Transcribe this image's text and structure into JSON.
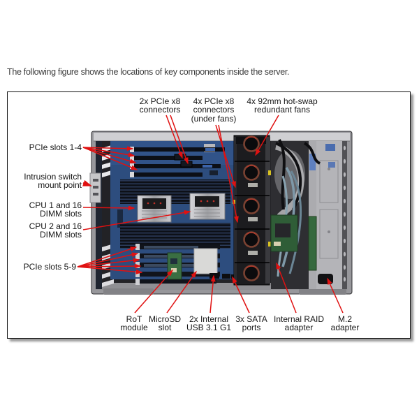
{
  "page": {
    "intro_text": "The following figure shows the locations of key components inside the server."
  },
  "figure": {
    "description": "Top view photograph of server internals with red callout lines",
    "callouts": {
      "top": [
        {
          "id": "pcie-x8-2x-connectors",
          "text": "2x PCIe x8\nconnectors"
        },
        {
          "id": "pcie-x8-4x-connectors",
          "text": "4x PCIe x8\nconnectors\n(under fans)"
        },
        {
          "id": "hot-swap-fans",
          "text": "4x 92mm hot-swap\nredundant fans"
        }
      ],
      "left": [
        {
          "id": "pcie-slots-1-4",
          "text": "PCIe slots 1-4"
        },
        {
          "id": "intrusion-switch-mount-point",
          "text": "Intrusion switch\nmount point"
        },
        {
          "id": "cpu1-dimm-slots",
          "text": "CPU 1 and 16\nDIMM slots"
        },
        {
          "id": "cpu2-dimm-slots",
          "text": "CPU 2 and 16\nDIMM slots"
        },
        {
          "id": "pcie-slots-5-9",
          "text": "PCIe slots 5-9"
        }
      ],
      "bottom": [
        {
          "id": "rot-module",
          "text": "RoT\nmodule"
        },
        {
          "id": "microsd-slot",
          "text": "MicroSD\nslot"
        },
        {
          "id": "internal-usb",
          "text": "2x Internal\nUSB 3.1 G1"
        },
        {
          "id": "sata-ports",
          "text": "3x SATA\nports"
        },
        {
          "id": "internal-raid-adapter",
          "text": "Internal RAID\nadapter"
        },
        {
          "id": "m2-adapter",
          "text": "M.2\nadapter"
        }
      ]
    },
    "colors": {
      "callout_line": "#e01111",
      "label_text": "#161616",
      "border": "#121212",
      "motherboard_blue": "#2d4d7e",
      "chassis_gray": "#97979b",
      "fan_cage_black": "#1c1c1f",
      "fan_hub_copper": "#7a4232",
      "pcb_green": "#2f5d37",
      "heatsink_silver": "#c2c2c6"
    }
  }
}
